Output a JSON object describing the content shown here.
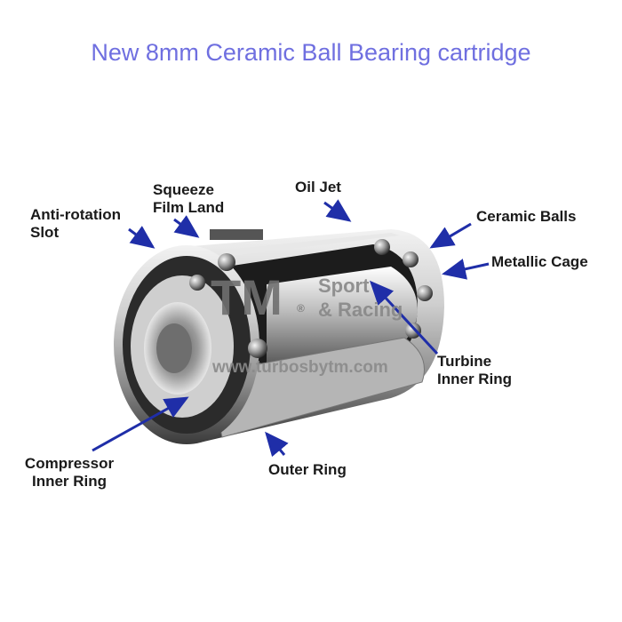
{
  "title": "New 8mm Ceramic Ball Bearing cartridge",
  "labels": {
    "anti_rotation_slot": [
      "Anti-rotation",
      "Slot"
    ],
    "squeeze_film_land": [
      "Squeeze",
      "Film Land"
    ],
    "oil_jet": "Oil Jet",
    "ceramic_balls": "Ceramic Balls",
    "metallic_cage": "Metallic Cage",
    "turbine_inner_ring": [
      "Turbine",
      "Inner Ring"
    ],
    "compressor_inner_ring": [
      "Compressor",
      "Inner Ring"
    ],
    "outer_ring": "Outer Ring"
  },
  "watermark": {
    "logo": "TM",
    "registered": "®",
    "sport": "Sport",
    "racing": "& Racing",
    "url": "www.turbosbytm.com"
  },
  "colors": {
    "title": "#6f6fe0",
    "arrows": "#1f2ea8"
  }
}
